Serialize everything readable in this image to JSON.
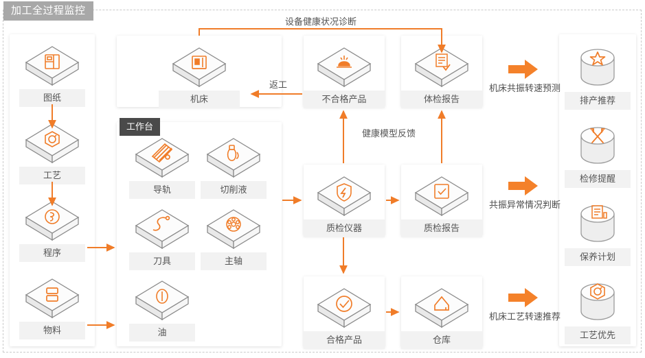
{
  "page": {
    "title_tab": "加工全过程监控",
    "accent_color": "#f07c28",
    "title_bg": "#a8a8a8",
    "panel_label_bg": "#4a4a4a",
    "caption_bg": "#f2f2f2",
    "text_color": "#555555",
    "frame_border": "#c9c9c9"
  },
  "inputs_panel": {
    "name": "inputs",
    "nodes": [
      {
        "label": "图纸",
        "icon": "drawing-icon"
      },
      {
        "label": "工艺",
        "icon": "process-icon"
      },
      {
        "label": "程序",
        "icon": "program-icon"
      },
      {
        "label": "物料",
        "icon": "material-icon"
      }
    ]
  },
  "machine_panel": {
    "nodes": [
      {
        "label": "机床",
        "icon": "machine-tool-icon"
      }
    ]
  },
  "workbench_panel": {
    "label": "工作台",
    "nodes": [
      {
        "label": "导轨",
        "icon": "guide-rail-icon"
      },
      {
        "label": "切削液",
        "icon": "cutting-fluid-icon"
      },
      {
        "label": "刀具",
        "icon": "cutter-icon"
      },
      {
        "label": "主轴",
        "icon": "spindle-icon"
      },
      {
        "label": "油",
        "icon": "oil-icon"
      }
    ]
  },
  "quality_column": {
    "nodes": [
      {
        "label": "不合格产品",
        "icon": "defective-product-icon"
      },
      {
        "label": "质检仪器",
        "icon": "inspection-instrument-icon"
      },
      {
        "label": "合格产品",
        "icon": "qualified-product-icon"
      }
    ]
  },
  "report_column": {
    "nodes": [
      {
        "label": "体检报告",
        "icon": "health-report-icon"
      },
      {
        "label": "质检报告",
        "icon": "inspection-report-icon"
      },
      {
        "label": "仓库",
        "icon": "warehouse-icon"
      }
    ]
  },
  "outputs_panel": {
    "nodes": [
      {
        "label": "排产推荐",
        "icon": "star-icon"
      },
      {
        "label": "检修提醒",
        "icon": "tools-icon"
      },
      {
        "label": "保养计划",
        "icon": "plan-document-icon"
      },
      {
        "label": "工艺优先",
        "icon": "process-priority-icon"
      }
    ]
  },
  "edge_labels": {
    "diagnosis": "设备健康状况诊断",
    "rework": "返工",
    "health_feedback": "健康模型反馈"
  },
  "flow_labels": [
    "机床共振转速预测",
    "共振异常情况判断",
    "机床工艺转速推荐"
  ]
}
